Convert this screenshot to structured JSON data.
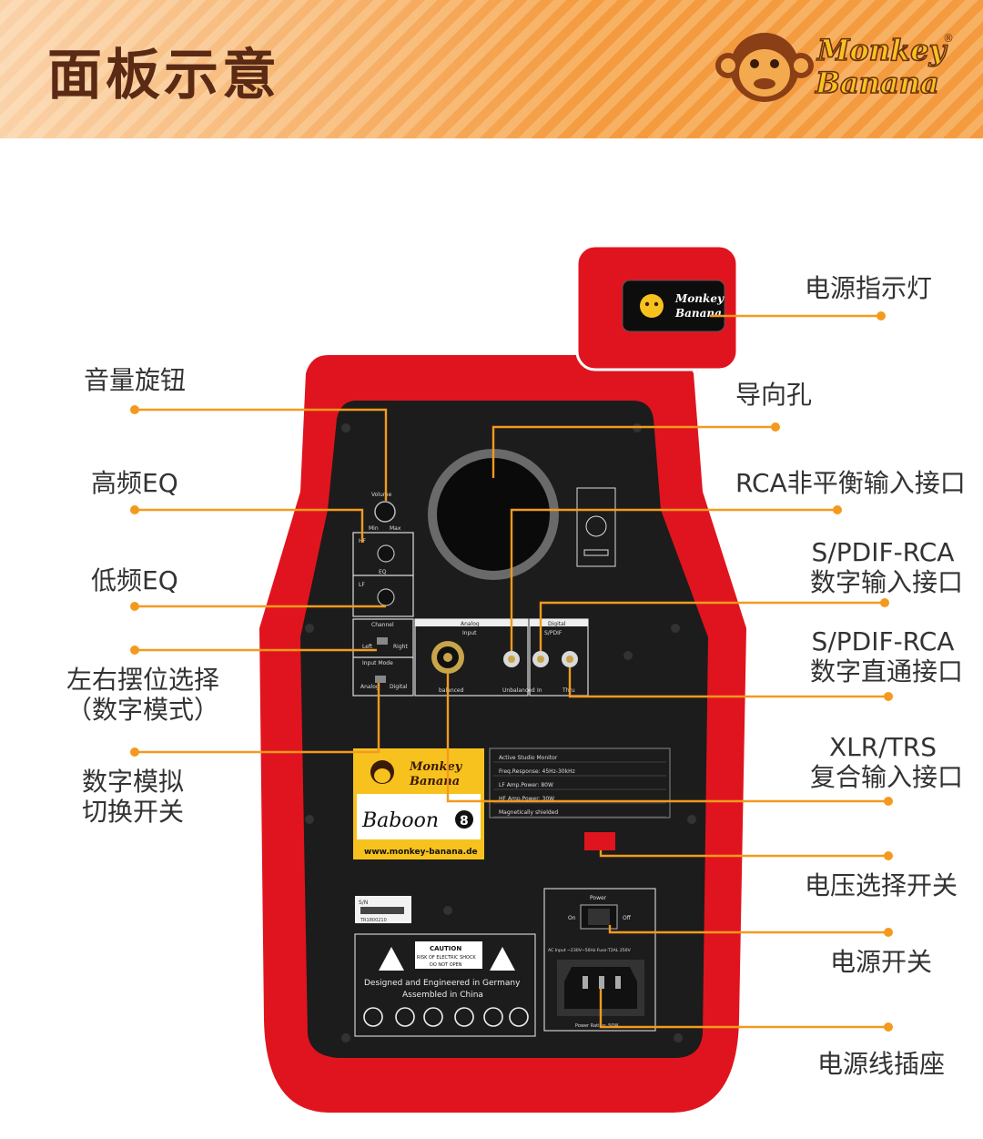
{
  "header": {
    "title": "面板示意",
    "brand_line1": "Monkey",
    "brand_line2": "Banana",
    "registered": "®"
  },
  "callouts": {
    "power_indicator": "电源指示灯",
    "volume_knob": "音量旋钮",
    "port": "导向孔",
    "hf_eq": "高频EQ",
    "rca_unbalanced": "RCA非平衡输入接口",
    "lf_eq": "低频EQ",
    "spdif_input_1": "S/PDIF-RCA",
    "spdif_input_2": "数字输入接口",
    "spdif_through_1": "S/PDIF-RCA",
    "spdif_through_2": "数字直通接口",
    "position_select_1": "左右摆位选择",
    "position_select_2": "（数字模式）",
    "xlr_trs_1": "XLR/TRS",
    "xlr_trs_2": "复合输入接口",
    "digital_analog_1": "数字模拟",
    "digital_analog_2": "切换开关",
    "voltage_switch": "电压选择开关",
    "power_switch": "电源开关",
    "power_socket": "电源线插座"
  },
  "panel": {
    "volume": "Volume",
    "min": "Min",
    "max": "Max",
    "hf": "HF",
    "lf": "LF",
    "eq": "EQ",
    "channel": "Channel",
    "left": "Left",
    "right": "Right",
    "input_mode": "Input Mode",
    "analog_mode": "Analog",
    "digital_mode": "Digital",
    "analog": "Analog",
    "digital": "Digital",
    "input": "Input",
    "balanced": "balanced",
    "unbalanced": "Unbalanced",
    "spdif": "S/PDIF",
    "in": "In",
    "thru": "Thru",
    "power": "Power",
    "on": "On",
    "off": "Off",
    "ac_input": "AC Input ~230V~50Hz Fuse:T2AL 250V",
    "power_rating": "Power Rating: 50W",
    "sn": "S/N",
    "serial": "TR1800210",
    "caution": "CAUTION",
    "shock1": "RISK OF ELECTRIC SHOCK",
    "shock2": "DO NOT OPEN",
    "designed": "Designed and Engineered in Germany",
    "assembled": "Assembled in China",
    "model": "Baboon",
    "model_num": "8",
    "website": "www.monkey-banana.de",
    "brand_line1": "Monkey",
    "brand_line2": "Banana",
    "specs": [
      "Active Studio Monitor",
      "Freq.Response: 45Hz-30kHz",
      "LF Amp.Power: 80W",
      "HF Amp.Power: 30W",
      "Magnetically shielded"
    ]
  },
  "colors": {
    "accent": "#f39a1e",
    "cabinet_red": "#e0141e",
    "panel_black": "#1a1a1a",
    "title_brown": "#5a2a14"
  }
}
